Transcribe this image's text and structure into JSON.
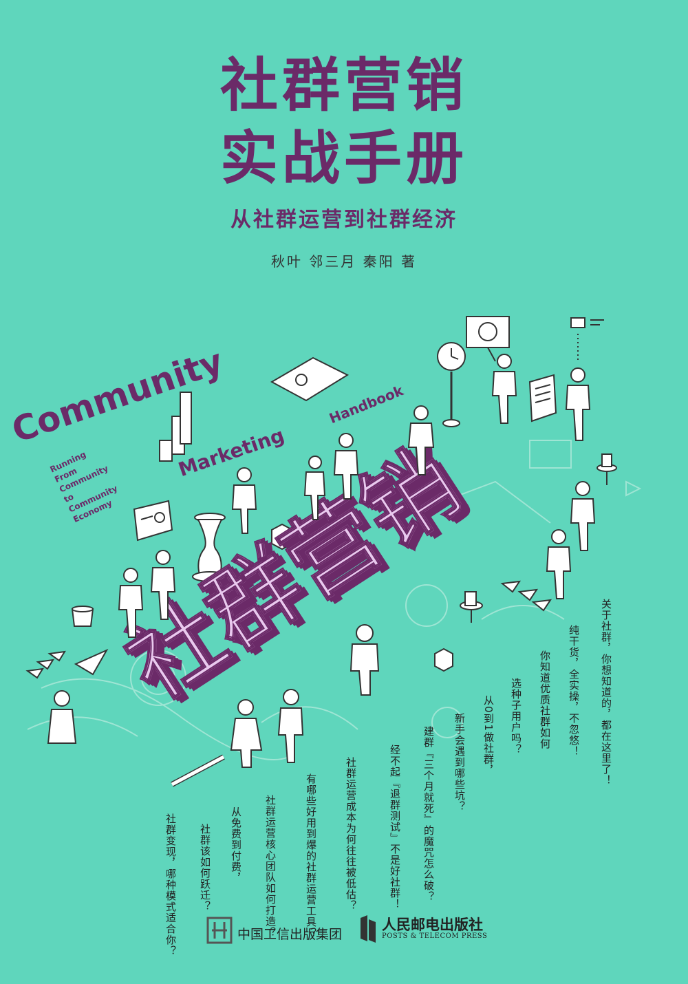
{
  "title": {
    "line1": "社群营销",
    "line2": "实战手册",
    "subtitle": "从社群运营到社群经济",
    "authors": "秋叶 邻三月 秦阳 著"
  },
  "cover_art": {
    "big_text": "社群营销",
    "english_title": "Community",
    "english_marketing": "Marketing",
    "english_handbook": "Handbook",
    "english_subtitle": [
      "Running",
      "From",
      "Community",
      "to",
      "Community",
      "Economy"
    ]
  },
  "questions": [
    "关于社群，你想知道的，都在这里了！",
    "纯干货，全实操，不忽悠！",
    "你知道优质社群如何",
    "选种子用户吗？",
    "从0到1做社群，",
    "新手会遇到哪些坑？",
    "建群『三个月就死』的魔咒怎么破？",
    "经不起『退群测试』不是好社群！",
    "社群运营成本为何往往被低估？",
    "有哪些好用到爆的社群运营工具？",
    "社群运营核心团队如何打造？",
    "从免费到付费，",
    "社群该如何跃迁？",
    "社群变现，哪种模式适合你？"
  ],
  "publishers": {
    "group": "中国工信出版集团",
    "press_cn": "人民邮电出版社",
    "press_en": "POSTS & TELECOM PRESS"
  },
  "colors": {
    "background": "#5fd6bc",
    "accent": "#6b2a68",
    "big_text_face": "#e9c9ee"
  }
}
